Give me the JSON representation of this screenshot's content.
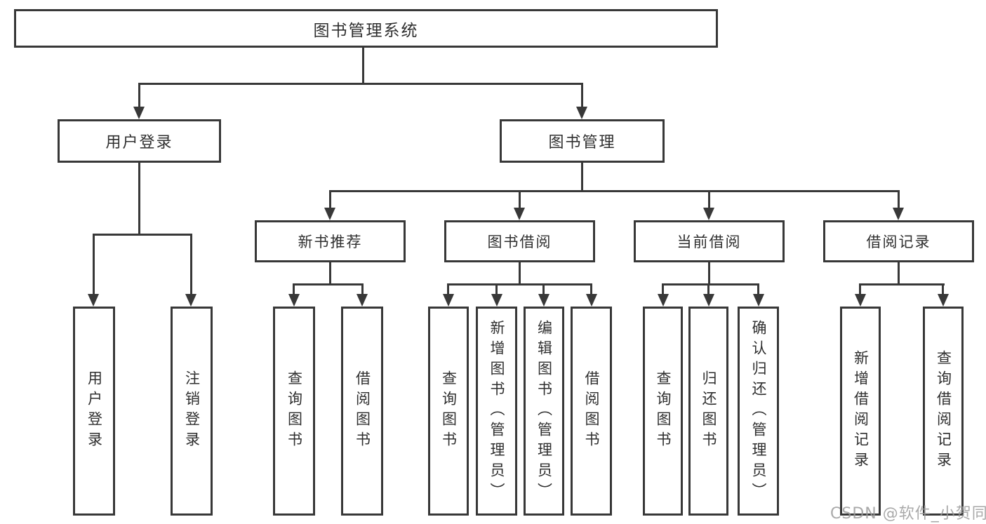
{
  "diagram": {
    "type": "tree",
    "root": {
      "label": "图书管理系统"
    },
    "branches": [
      {
        "label": "用户登录",
        "children": [
          {
            "label": "用户登录"
          },
          {
            "label": "注销登录"
          }
        ]
      },
      {
        "label": "图书管理",
        "children": [
          {
            "label": "新书推荐",
            "children": [
              {
                "label": "查询图书"
              },
              {
                "label": "借阅图书"
              }
            ]
          },
          {
            "label": "图书借阅",
            "children": [
              {
                "label": "查询图书"
              },
              {
                "label": "新增图书（管理员）"
              },
              {
                "label": "编辑图书（管理员）"
              },
              {
                "label": "借阅图书"
              }
            ]
          },
          {
            "label": "当前借阅",
            "children": [
              {
                "label": "查询图书"
              },
              {
                "label": "归还图书"
              },
              {
                "label": "确认归还（管理员）"
              }
            ]
          },
          {
            "label": "借阅记录",
            "children": [
              {
                "label": "新增借阅记录"
              },
              {
                "label": "查询借阅记录"
              }
            ]
          }
        ]
      }
    ],
    "watermark": "CSDN @软件_小贺同学",
    "colors": {
      "line": "#383838",
      "border": "#383838",
      "fill": "#ffffff",
      "text": "#2f2f2f",
      "watermark": "#9b9b9b",
      "background": "#ffffff"
    }
  }
}
